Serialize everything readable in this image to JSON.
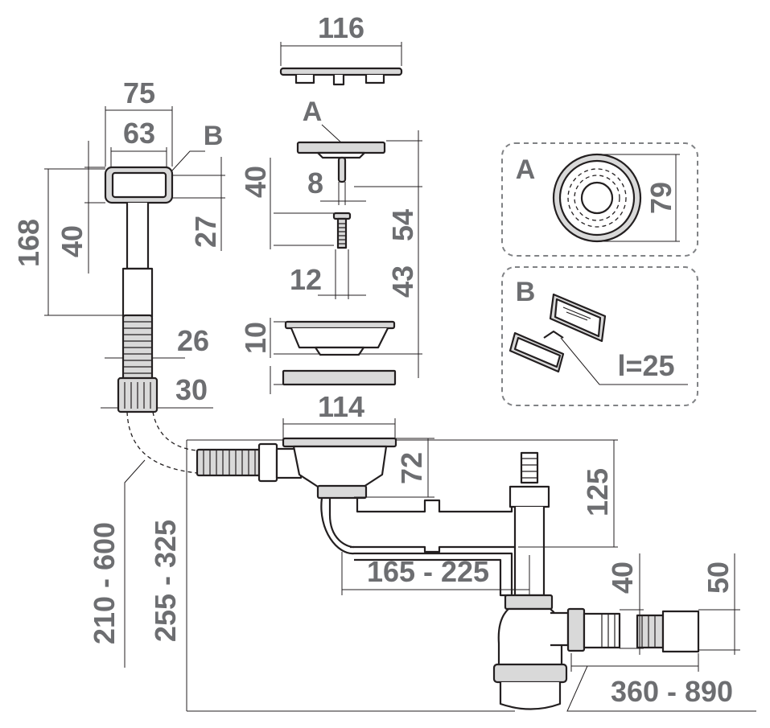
{
  "dimensions": {
    "d116": "116",
    "d75": "75",
    "d63": "63",
    "d168": "168",
    "d40_left": "40",
    "d40_mid": "40",
    "d27": "27",
    "d8": "8",
    "d54": "54",
    "d12": "12",
    "d43": "43",
    "d10": "10",
    "d26": "26",
    "d30": "30",
    "d114": "114",
    "d72": "72",
    "d125": "125",
    "d165_225": "165 - 225",
    "d40_right": "40",
    "d50": "50",
    "d210_600": "210 - 600",
    "d255_325": "255 - 325",
    "d360_890": "360 - 890",
    "d79": "79",
    "l25": "l=25"
  },
  "labels": {
    "A_main": "A",
    "B_main": "B",
    "A_detail": "A",
    "B_detail": "B"
  }
}
